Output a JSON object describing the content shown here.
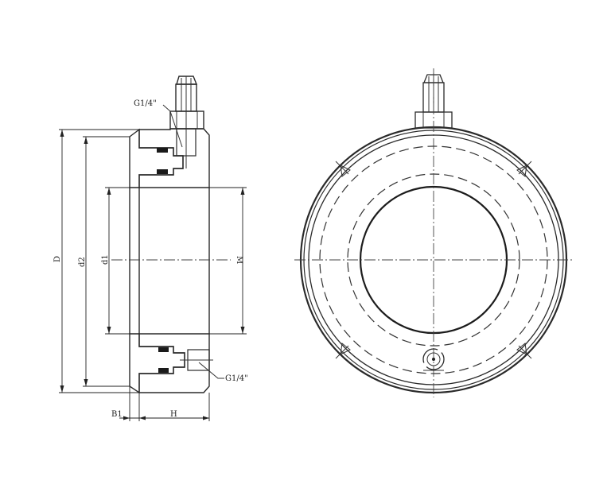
{
  "drawing": {
    "type": "technical-drawing",
    "subject": "hydraulic ring cylinder / lock nut - section and front views",
    "views": [
      "side-section",
      "front"
    ]
  },
  "labels": {
    "port_top": "G1/4\"",
    "port_bottom": "G1/4\"",
    "dim_D": "D",
    "dim_d2": "d2",
    "dim_d1": "d1",
    "dim_M": "M",
    "dim_B1": "B1",
    "dim_H": "H"
  },
  "colors": {
    "line": "#222222",
    "background": "#ffffff",
    "seal": "#1a1a1a"
  }
}
